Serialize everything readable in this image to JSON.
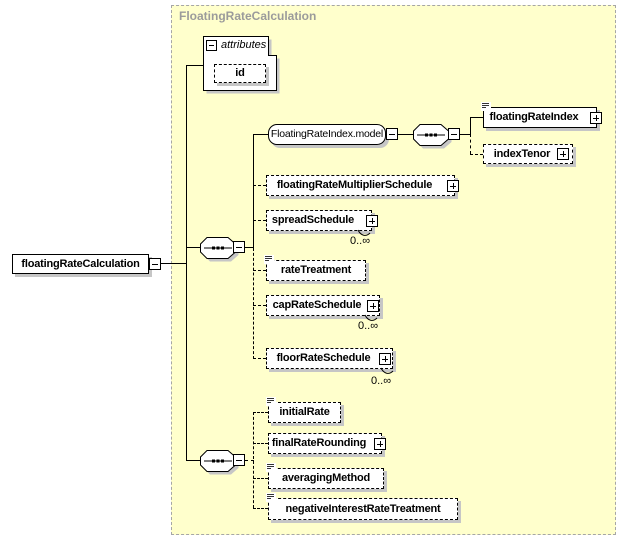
{
  "container": {
    "title": "FloatingRateCalculation"
  },
  "root": {
    "label": "floatingRateCalculation"
  },
  "attributes_group": {
    "header": "attributes",
    "items": [
      {
        "label": "id"
      }
    ]
  },
  "sequence1": {
    "model_group": {
      "label": "FloatingRateIndex.model"
    },
    "model_children": [
      {
        "label": "floatingRateIndex",
        "required": true
      },
      {
        "label": "indexTenor",
        "required": false
      }
    ],
    "children": [
      {
        "label": "floatingRateMultiplierSchedule",
        "occurrence": ""
      },
      {
        "label": "spreadSchedule",
        "occurrence": "0..∞"
      },
      {
        "label": "rateTreatment",
        "occurrence": ""
      },
      {
        "label": "capRateSchedule",
        "occurrence": "0..∞"
      },
      {
        "label": "floorRateSchedule",
        "occurrence": "0..∞"
      }
    ]
  },
  "sequence2": {
    "children": [
      {
        "label": "initialRate"
      },
      {
        "label": "finalRateRounding"
      },
      {
        "label": "averagingMethod"
      },
      {
        "label": "negativeInterestRateTreatment"
      }
    ]
  }
}
